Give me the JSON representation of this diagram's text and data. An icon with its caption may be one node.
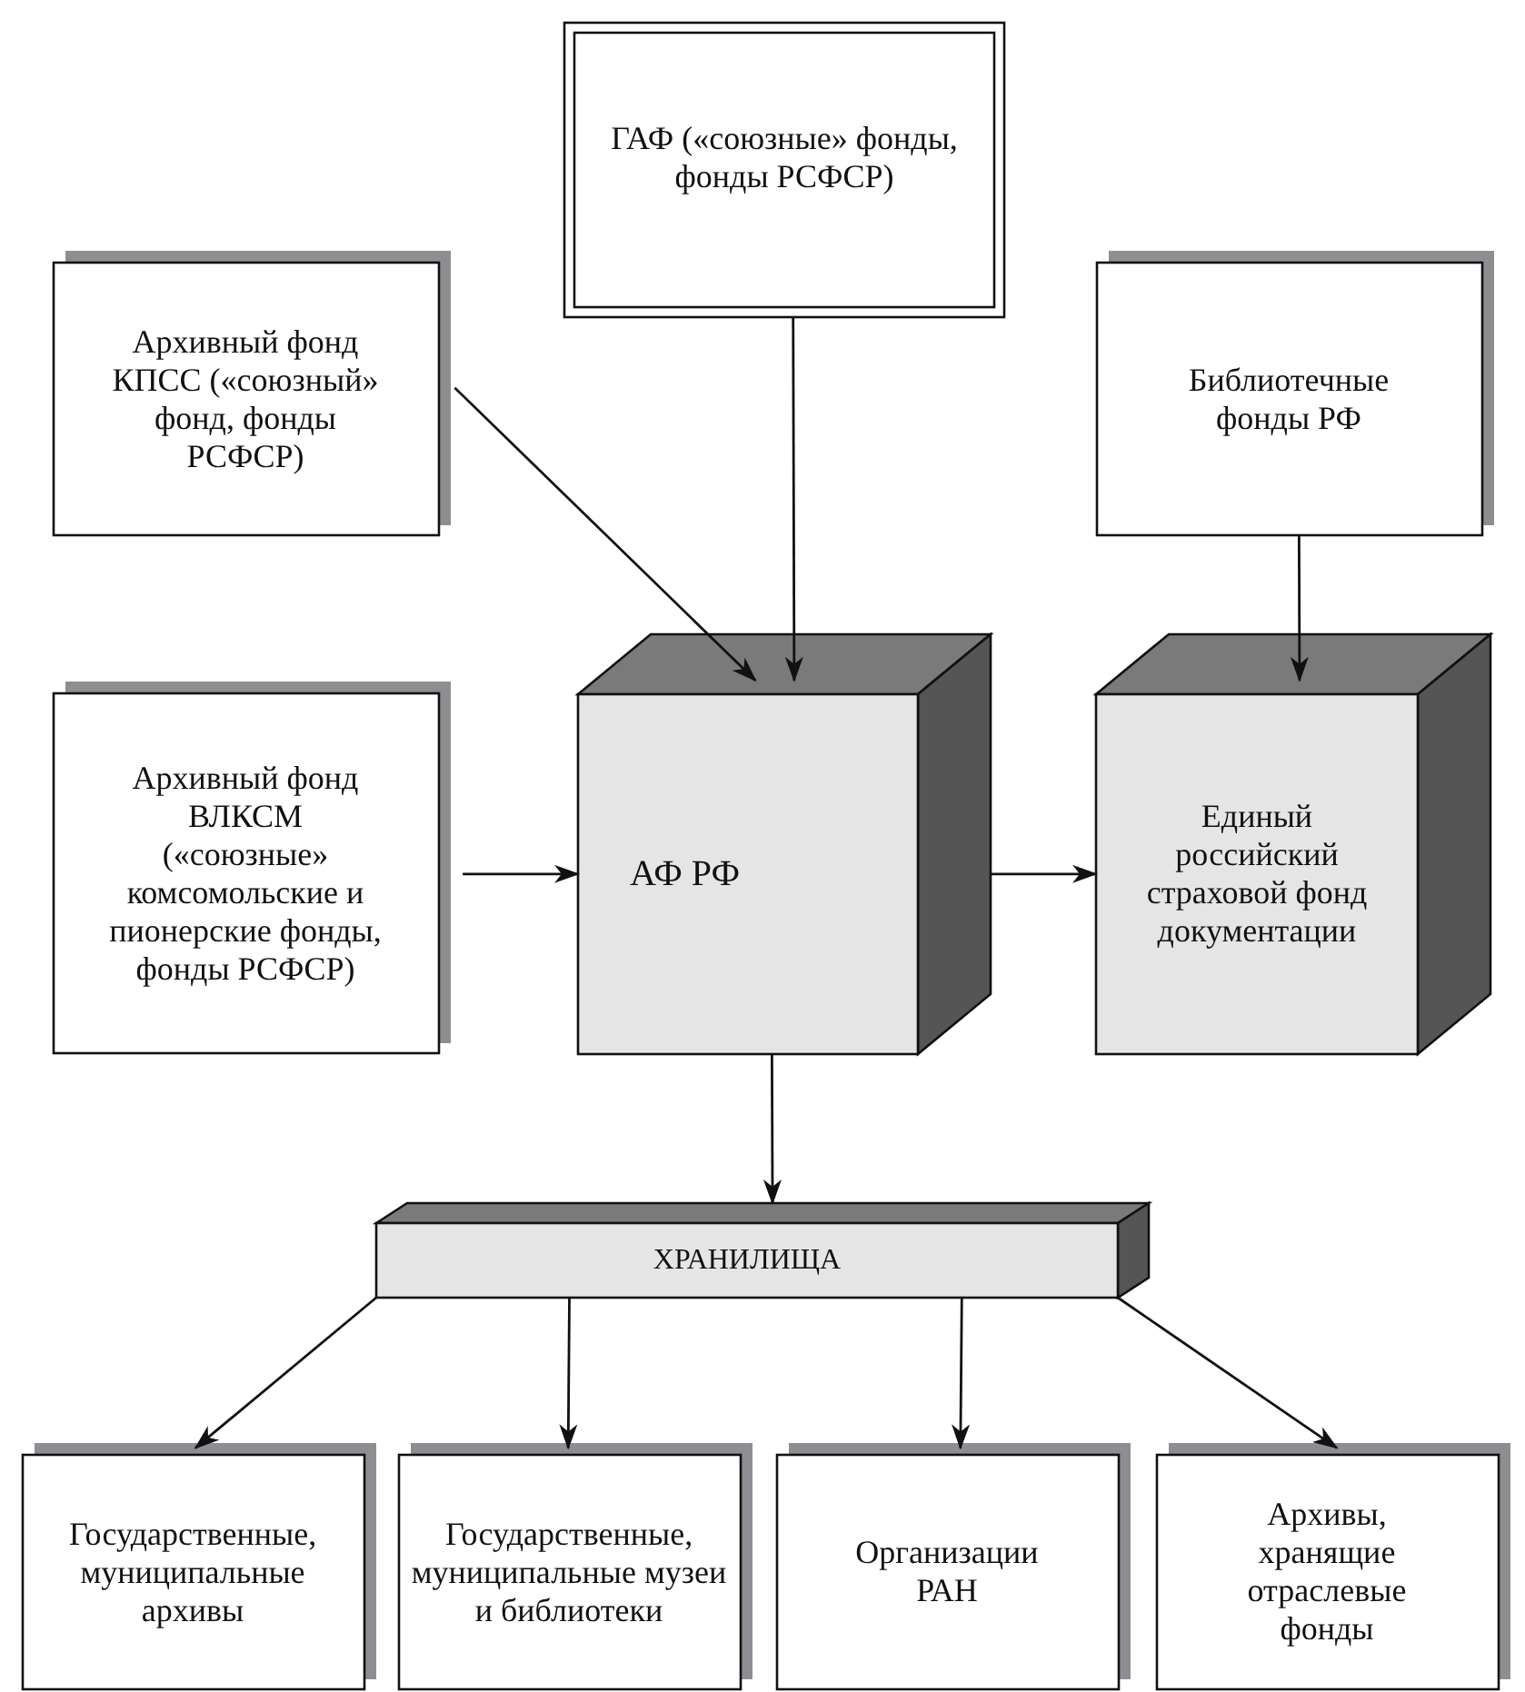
{
  "diagram": {
    "nodes": [
      {
        "text": [
          "ГАФ («союзные» фонды, фонды РСФСР)"
        ]
      },
      {
        "text": [
          "Архивный фонд КПСС («союзный» фонд, фонды РСФСР)"
        ]
      },
      {
        "text": [
          "Библиотечные фонды РФ"
        ]
      },
      {
        "text": [
          "Архивный фонд ВЛКСМ («союзные» комсомольские и пионерские фонды, фонды РСФСР)"
        ]
      },
      {
        "text": [
          "АФ РФ"
        ]
      },
      {
        "text": [
          "Единый российский страховой фонд документации"
        ]
      },
      {
        "text": [
          "ХРАНИЛИЩА"
        ]
      },
      {
        "text": [
          "Государственные, муниципальные архивы"
        ]
      },
      {
        "text": [
          "Государственные, муниципальные музеи и библиотеки"
        ]
      },
      {
        "text": [
          "Организации РАН"
        ]
      },
      {
        "text": [
          "Архивы, хранящие отраслевые фонды"
        ]
      }
    ],
    "edges": [
      {
        "from": 1,
        "to": 4,
        "arrow": "to"
      },
      {
        "from": 0,
        "to": 4,
        "arrow": "to"
      },
      {
        "from": 2,
        "to": 5,
        "arrow": "to"
      },
      {
        "from": 3,
        "to": 4,
        "arrow": "to"
      },
      {
        "from": 4,
        "to": 5,
        "arrow": "to"
      },
      {
        "from": 4,
        "to": 6,
        "arrow": "to"
      },
      {
        "from": 6,
        "to": 7,
        "arrow": "to"
      },
      {
        "from": 6,
        "to": 8,
        "arrow": "to"
      },
      {
        "from": 6,
        "to": 9,
        "arrow": "to"
      },
      {
        "from": 6,
        "to": 10,
        "arrow": "to"
      }
    ]
  }
}
